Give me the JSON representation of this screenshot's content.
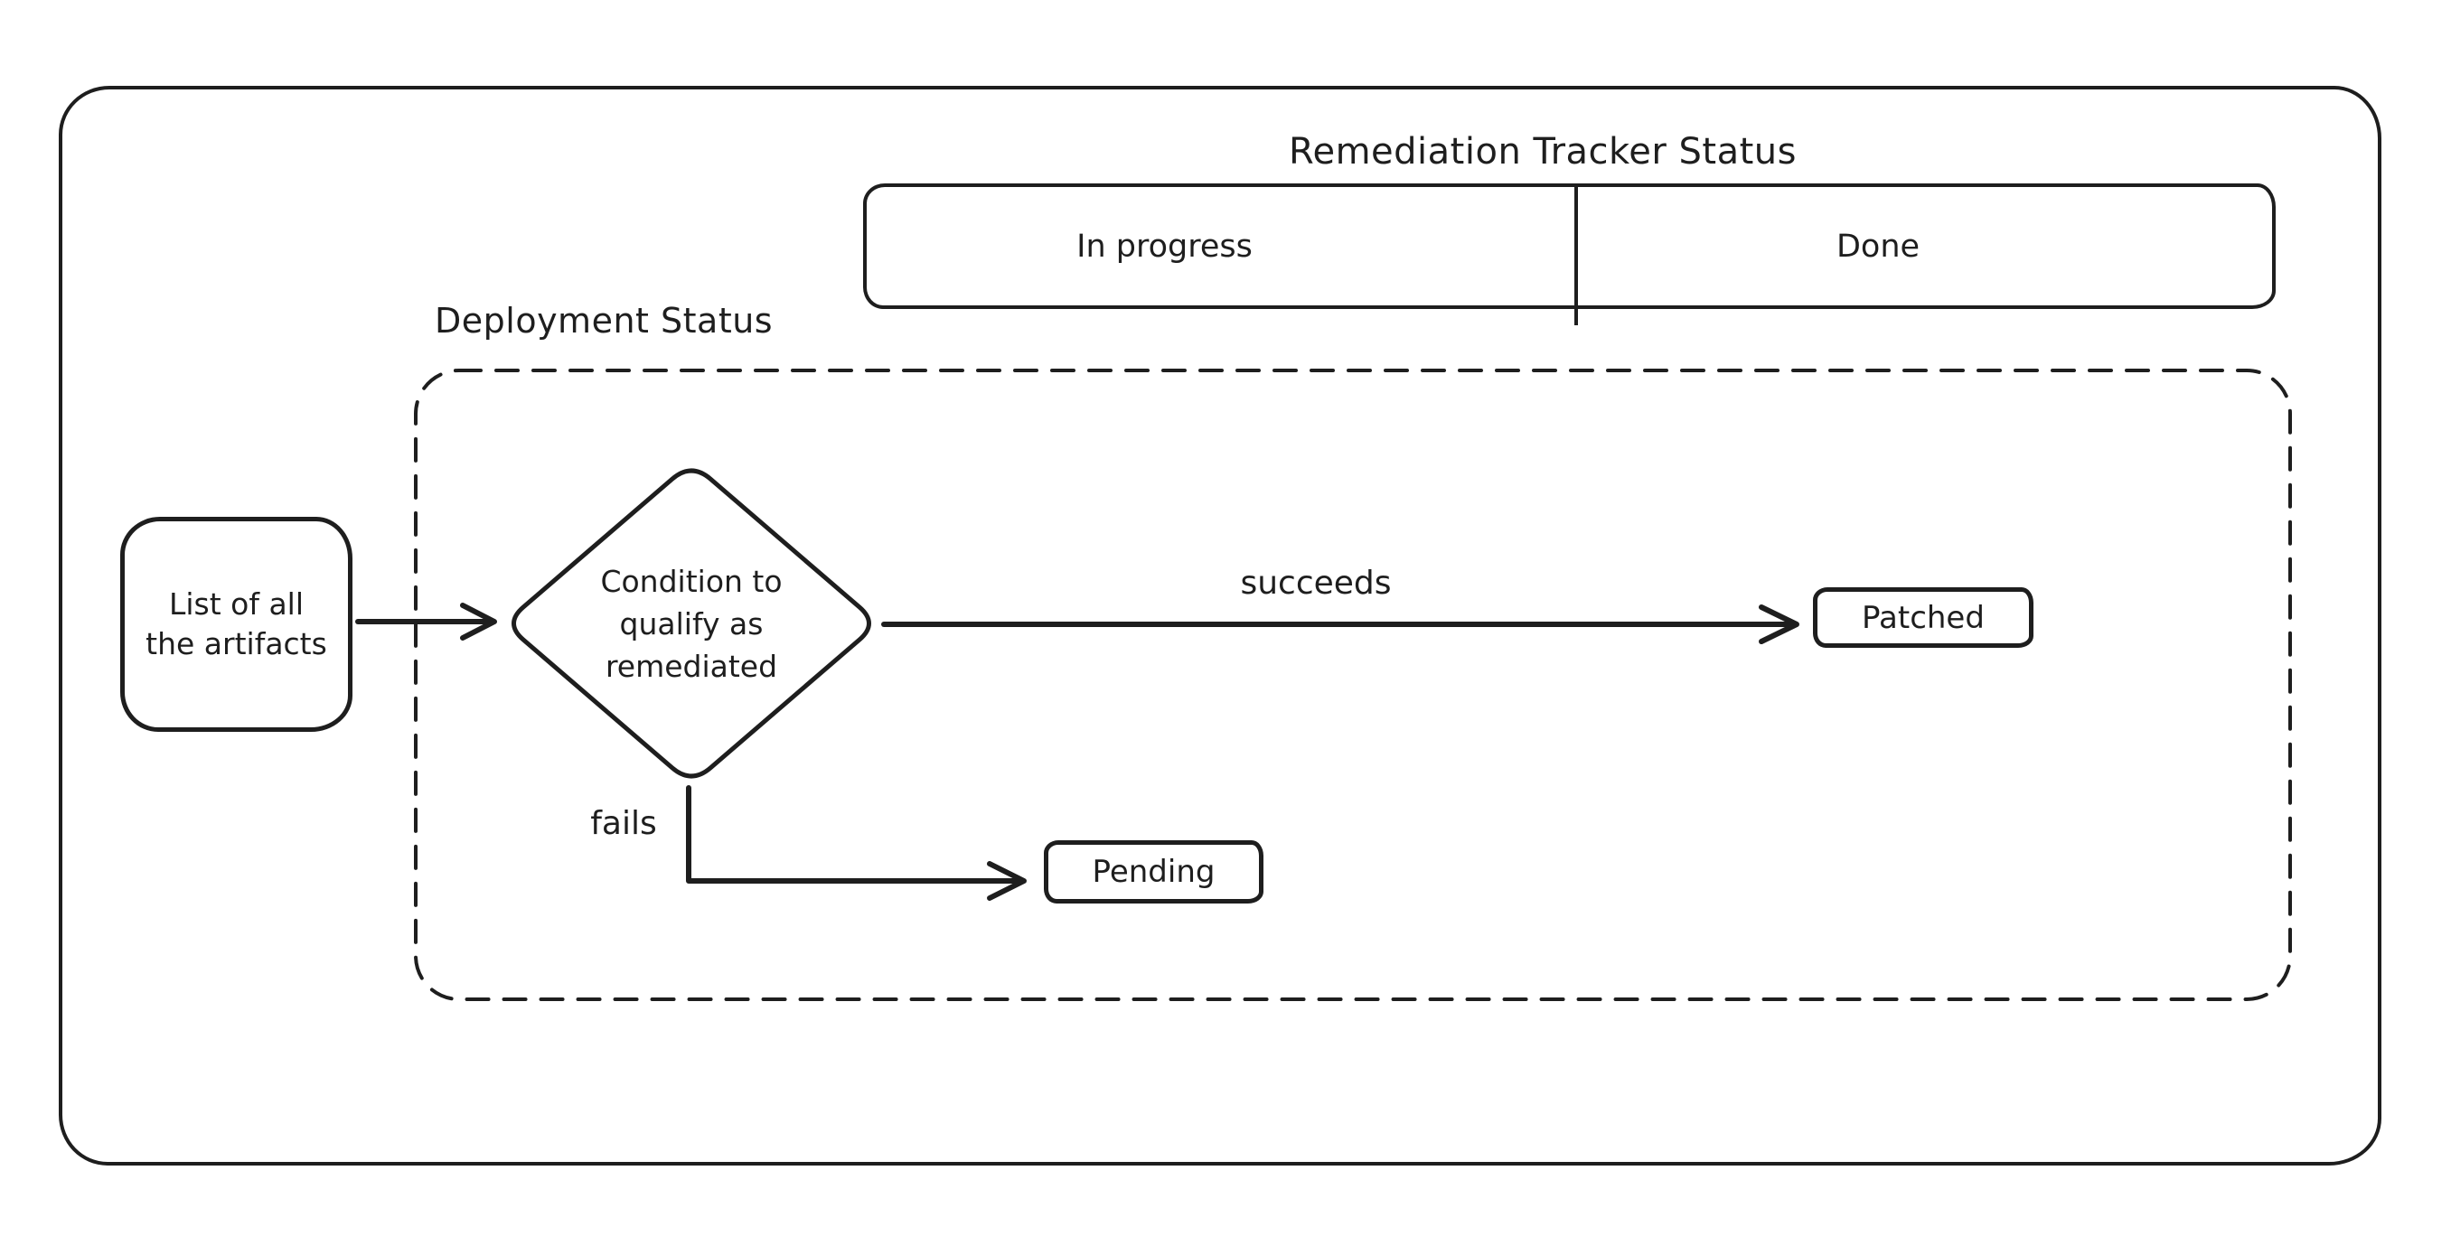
{
  "title": "Remediation Tracker Status",
  "tracker": {
    "in_progress_label": "In progress",
    "done_label": "Done"
  },
  "deployment": {
    "label": "Deployment Status"
  },
  "nodes": {
    "artifacts": {
      "line1": "List of all",
      "line2": "the artifacts"
    },
    "condition": {
      "line1": "Condition to",
      "line2": "qualify as",
      "line3": "remediated"
    },
    "patched": {
      "label": "Patched"
    },
    "pending": {
      "label": "Pending"
    }
  },
  "edges": {
    "succeeds_label": "succeeds",
    "fails_label": "fails"
  },
  "colors": {
    "stroke": "#1e1e1e",
    "background": "#ffffff"
  }
}
